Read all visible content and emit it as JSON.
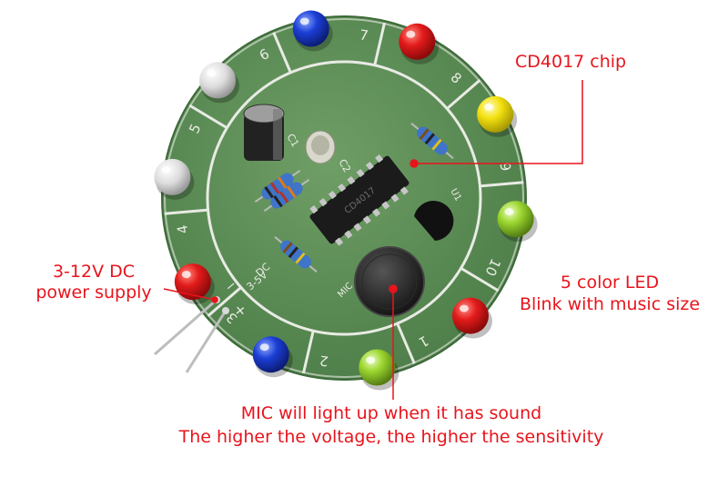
{
  "labels": {
    "chip": "CD4017 chip",
    "power_line1": "3-12V DC",
    "power_line2": "power supply",
    "led_line1": "5 color LED",
    "led_line2": "Blink with music size",
    "mic_line1": "MIC will light up when it has sound",
    "mic_line2": "The higher the voltage, the higher the sensitivity"
  },
  "board": {
    "segment_numbers": [
      "7",
      "8",
      "9",
      "10",
      "1",
      "2",
      "3",
      "4",
      "5",
      "6"
    ],
    "dc_label": "DC",
    "dc_voltage": "3-5V",
    "mic_silk": "MIC",
    "chip_marking": "CD4017",
    "u1": "U1",
    "c1": "C1",
    "c2": "C2",
    "plus": "+",
    "minus": "−"
  },
  "colors": {
    "annotation": "#e8141c",
    "board": "#5e8f56",
    "board_dark": "#3f6b3c",
    "silk": "#e8ebe4",
    "led_red": "#e31b1b",
    "led_blue": "#1b3fd6",
    "led_yellow": "#f3e10f",
    "led_green": "#8ccf2a",
    "led_white": "#e8e8e8"
  },
  "leds": [
    {
      "color": "blue",
      "segment": "7"
    },
    {
      "color": "red",
      "segment": "8"
    },
    {
      "color": "yellow",
      "segment": "9"
    },
    {
      "color": "green",
      "segment": "10"
    },
    {
      "color": "red",
      "segment": "1"
    },
    {
      "color": "green",
      "segment": "2"
    },
    {
      "color": "blue",
      "segment": "3"
    },
    {
      "color": "red",
      "segment": "4"
    },
    {
      "color": "white",
      "segment": "5"
    },
    {
      "color": "white",
      "segment": "6"
    }
  ]
}
